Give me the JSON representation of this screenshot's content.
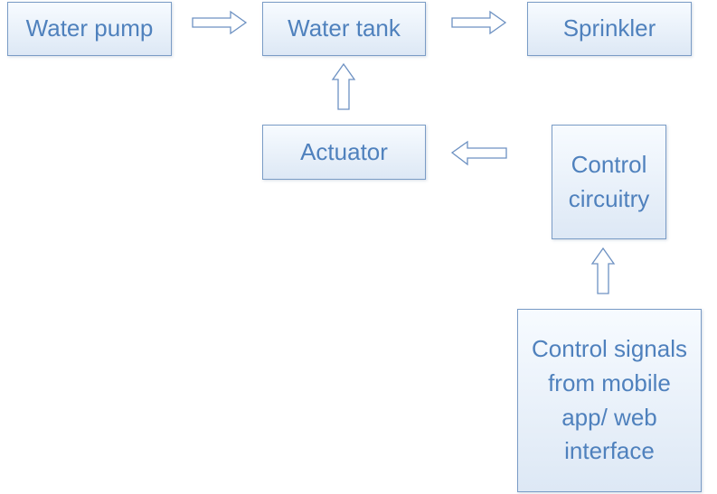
{
  "diagram": {
    "nodes": {
      "water_pump": "Water pump",
      "water_tank": "Water tank",
      "sprinkler": "Sprinkler",
      "actuator": "Actuator",
      "control_circuitry": "Control\ncircuitry",
      "control_signals": "Control signals\nfrom mobile\napp/ web\ninterface"
    },
    "edges": [
      {
        "from": "water_pump",
        "to": "water_tank"
      },
      {
        "from": "water_tank",
        "to": "sprinkler"
      },
      {
        "from": "actuator",
        "to": "water_tank"
      },
      {
        "from": "control_circuitry",
        "to": "actuator"
      },
      {
        "from": "control_signals",
        "to": "control_circuitry"
      }
    ],
    "colors": {
      "text": "#4f81bd",
      "border": "#7a9cc6",
      "arrow_outline": "#6d91c2"
    }
  }
}
